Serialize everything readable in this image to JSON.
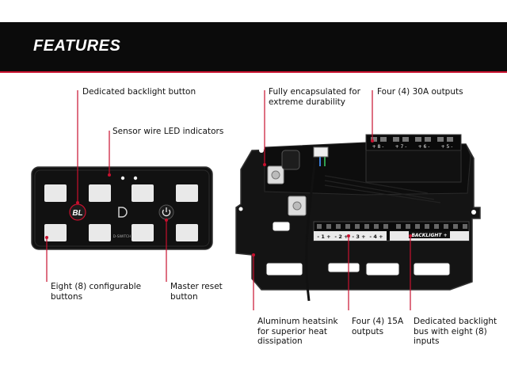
{
  "header": {
    "title": "FEATURES"
  },
  "colors": {
    "accent": "#c8102e",
    "banner": "#0b0b0b",
    "device": "#111111"
  },
  "control_panel": {
    "bl_label": "BL",
    "brand_text": "D-SWITCH"
  },
  "power_module": {
    "output_30a_labels": [
      "+ 8 -",
      "+ 7 -",
      "+ 6 -",
      "+ 5 -"
    ],
    "output_15a_labels": [
      "- 1 +",
      "- 2 +",
      "- 3 +",
      "- 4 +"
    ],
    "backlight_label": "BACKLIGHT +"
  },
  "callouts": {
    "backlight_button": "Dedicated backlight button",
    "sensor_leds": "Sensor wire LED indicators",
    "configurable_buttons": [
      "Eight (8) configurable",
      "buttons"
    ],
    "master_reset": [
      "Master reset",
      "button"
    ],
    "encapsulated": [
      "Fully encapsulated for",
      "extreme durability"
    ],
    "outputs_30a": "Four (4) 30A outputs",
    "heatsink": [
      "Aluminum heatsink",
      "for superior heat",
      "dissipation"
    ],
    "outputs_15a": [
      "Four (4) 15A",
      "outputs"
    ],
    "backlight_bus": [
      "Dedicated backlight",
      "bus with eight (8)",
      "inputs"
    ]
  }
}
